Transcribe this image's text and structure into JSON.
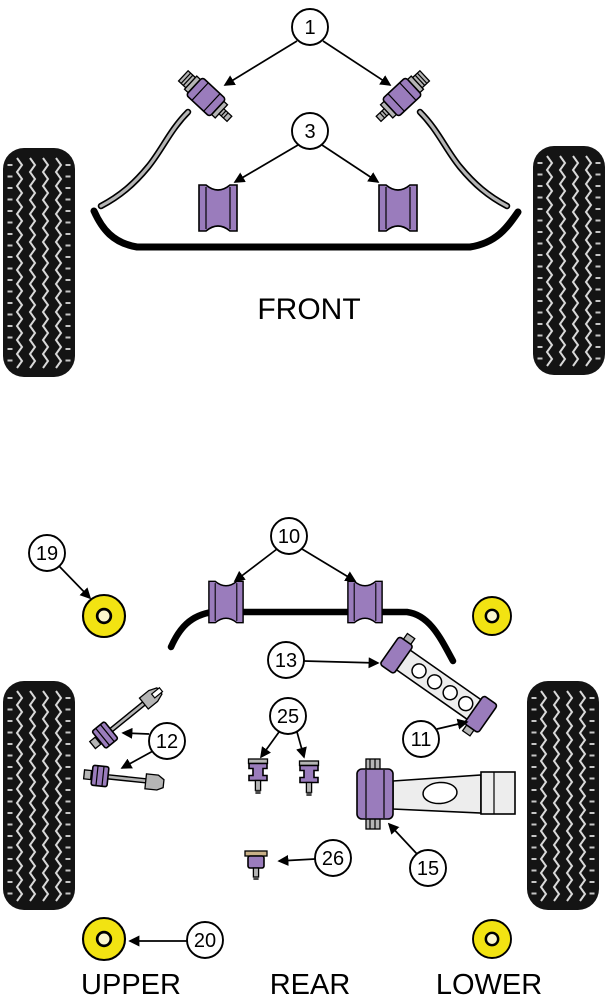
{
  "labels": {
    "front": "FRONT",
    "upper": "UPPER",
    "rear": "REAR",
    "lower": "LOWER"
  },
  "callouts": {
    "c1": "1",
    "c3": "3",
    "c10": "10",
    "c11": "11",
    "c12": "12",
    "c13": "13",
    "c15": "15",
    "c19": "19",
    "c20": "20",
    "c25": "25",
    "c26": "26"
  },
  "colors": {
    "background": "#ffffff",
    "outline": "#000000",
    "bushing_purple": "#9a7cbc",
    "bushing_yellow": "#f2e312",
    "metal_gray": "#b5b5b5",
    "arm_fill": "#ededed",
    "tire_black": "#141414",
    "washer_tan": "#c9b088"
  }
}
